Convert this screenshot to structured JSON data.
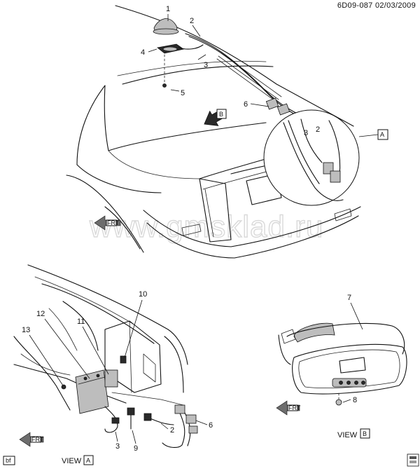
{
  "header": {
    "code": "6D09-087",
    "date": "02/03/2009"
  },
  "watermark": "www.gmsklad.ru",
  "views": {
    "a_label": "VIEW",
    "a_letter": "A",
    "b_label": "VIEW",
    "b_letter": "B"
  },
  "callouts": {
    "c1": "1",
    "c2": "2",
    "c3": "3",
    "c4": "4",
    "c5": "5",
    "c6": "6",
    "detail_a": "A",
    "detail_b": "B",
    "i2": "2",
    "i3": "3",
    "v10": "10",
    "v12": "12",
    "v11": "11",
    "v13": "13",
    "v6": "6",
    "v2": "2",
    "v3": "3",
    "v9": "9",
    "b7": "7",
    "b8": "8"
  },
  "arrows": {
    "fwd_text": "FRT"
  },
  "corner_tag": "bf"
}
